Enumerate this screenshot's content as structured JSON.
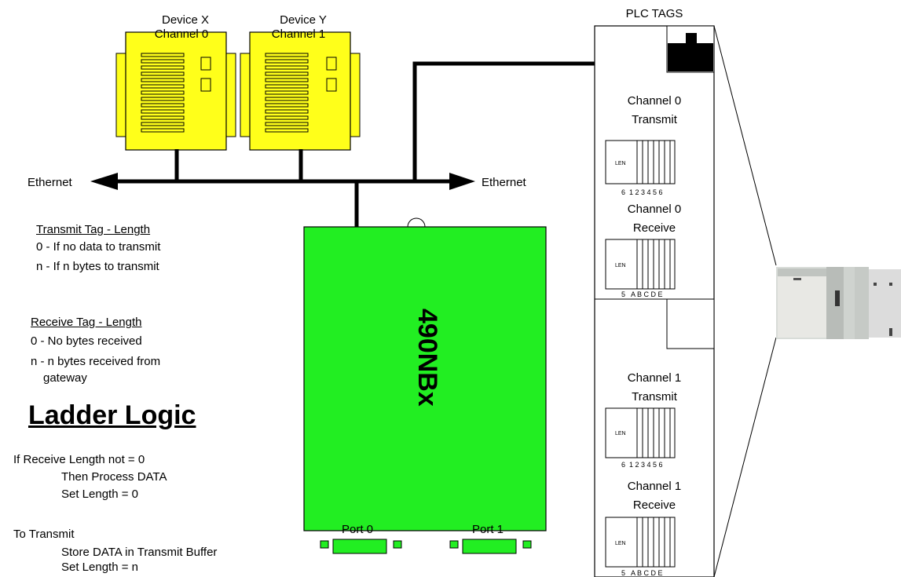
{
  "devices": {
    "x": {
      "name": "Device X",
      "channel": "Channel 0"
    },
    "y": {
      "name": "Device Y",
      "channel": "Channel 1"
    }
  },
  "network": {
    "left_label": "Ethernet",
    "right_label": "Ethernet"
  },
  "gateway": {
    "model": "490NBx",
    "port0": "Port 0",
    "port1": "Port 1"
  },
  "plc": {
    "title": "PLC TAGS",
    "len_label": "LEN",
    "transmit_index": "6  1 2 3 4 5 6",
    "receive_index": "5   A B C D E",
    "ch0_transmit": [
      "Channel 0",
      "Transmit"
    ],
    "ch0_receive": [
      "Channel 0",
      "Receive"
    ],
    "ch1_transmit": [
      "Channel 1",
      "Transmit"
    ],
    "ch1_receive": [
      "Channel 1",
      "Receive"
    ]
  },
  "notes": {
    "transmit_title": "Transmit Tag - Length",
    "transmit_lines": [
      "0 - If no data to transmit",
      "n - If n bytes to transmit"
    ],
    "receive_title": "Receive Tag - Length",
    "receive_lines": [
      "0 - No bytes received",
      "n - n bytes received from",
      "gateway"
    ]
  },
  "ladder": {
    "title": "Ladder Logic",
    "lines": [
      "If Receive Length not = 0",
      "Then Process DATA",
      "Set Length = 0",
      "To Transmit",
      "Store DATA in Transmit Buffer",
      "Set Length = n"
    ]
  },
  "colors": {
    "device": "#ffff1a",
    "gateway": "#22ee22",
    "plc_photo": "#d8dcd8"
  }
}
